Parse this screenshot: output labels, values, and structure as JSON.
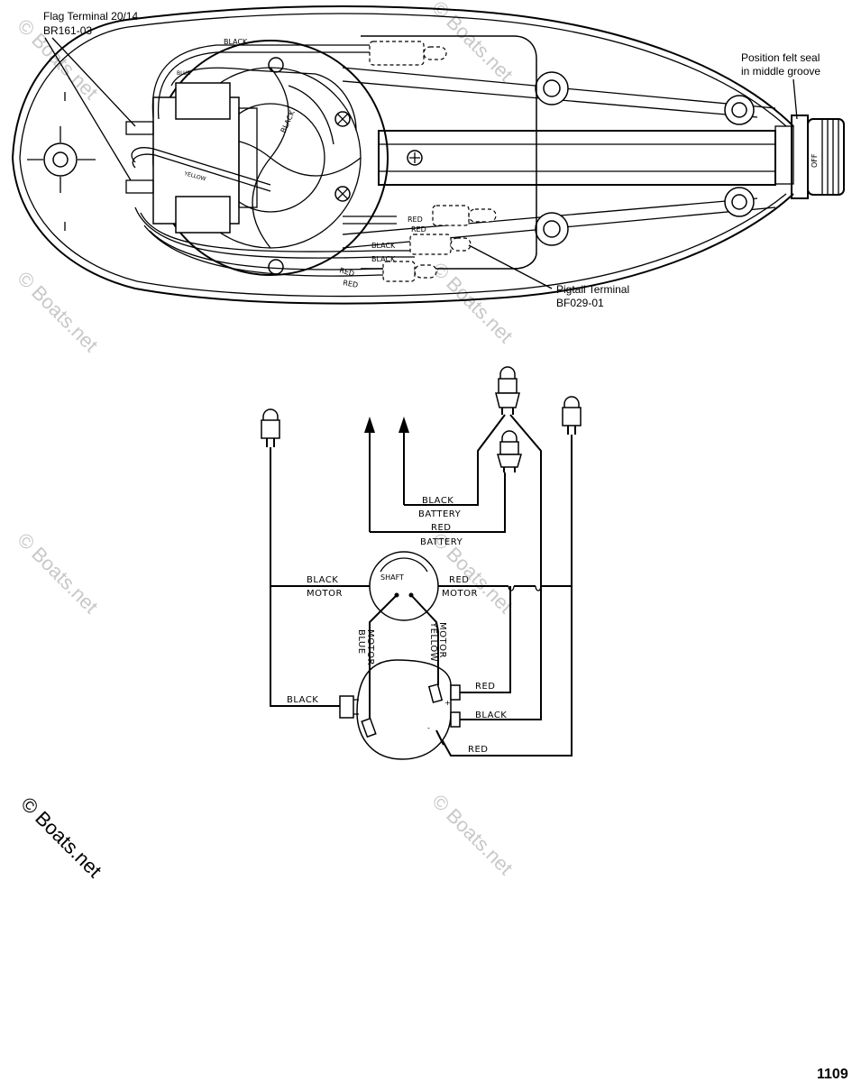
{
  "callouts": {
    "flag_terminal": "Flag Terminal  20/14",
    "flag_terminal_part": "BR161-03",
    "felt_seal_line1": "Position felt seal",
    "felt_seal_line2": "in middle groove",
    "pigtail_terminal": "Pigtail Terminal",
    "pigtail_terminal_part": "BF029-01"
  },
  "top_view_labels": {
    "black": "BLACK",
    "blue": "BLUE",
    "yellow": "YELLOW",
    "red": "RED",
    "off": "OFF"
  },
  "schematic": {
    "battery_black_1": "BLACK",
    "battery_black_2": "BATTERY",
    "battery_red_1": "RED",
    "battery_red_2": "BATTERY",
    "motor_black_1": "BLACK",
    "motor_black_2": "MOTOR",
    "motor_red_1": "RED",
    "motor_red_2": "MOTOR",
    "shaft": "SHAFT",
    "blue_motor_1": "BLUE",
    "blue_motor_2": "MOTOR",
    "yellow_motor_1": "YELLOW",
    "yellow_motor_2": "MOTOR",
    "switch_black": "BLACK",
    "switch_red_upper": "RED",
    "switch_black_right": "BLACK",
    "switch_red_lower": "RED",
    "plus_sign": "+",
    "minus_sign": "-"
  },
  "watermark": "© Boats.net",
  "page_number": "1109"
}
